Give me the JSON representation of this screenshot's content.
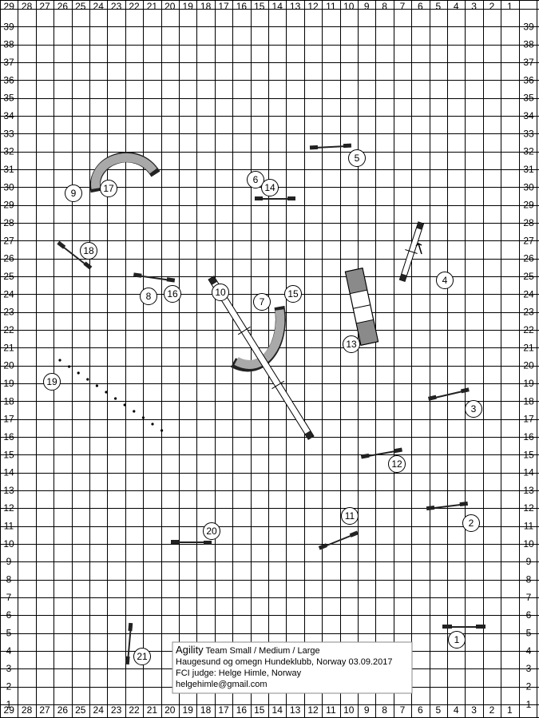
{
  "grid": {
    "col_labels": [
      "29",
      "28",
      "27",
      "26",
      "25",
      "24",
      "23",
      "22",
      "21",
      "20",
      "19",
      "18",
      "17",
      "16",
      "15",
      "14",
      "13",
      "12",
      "11",
      "10",
      "9",
      "8",
      "7",
      "6",
      "5",
      "4",
      "3",
      "2",
      "1"
    ],
    "row_labels": [
      "39",
      "38",
      "37",
      "36",
      "35",
      "34",
      "33",
      "32",
      "31",
      "30",
      "29",
      "28",
      "27",
      "26",
      "25",
      "24",
      "23",
      "22",
      "21",
      "20",
      "19",
      "18",
      "17",
      "16",
      "15",
      "14",
      "13",
      "12",
      "11",
      "10",
      "9",
      "8",
      "7",
      "6",
      "5",
      "4",
      "3",
      "2",
      "1"
    ]
  },
  "obstacle_numbers": [
    "1",
    "2",
    "3",
    "4",
    "5",
    "6",
    "7",
    "8",
    "9",
    "10",
    "11",
    "12",
    "13",
    "14",
    "15",
    "16",
    "17",
    "18",
    "19",
    "20",
    "21"
  ],
  "info": {
    "title_bold": "Agility",
    "title_rest": " Team Small / Medium / Large",
    "club": "Haugesund og omegn Hundeklubb, Norway 03.09.2017",
    "judge": "FCI judge: Helge Himle, Norway",
    "email": "helgehimle@gmail.com"
  }
}
